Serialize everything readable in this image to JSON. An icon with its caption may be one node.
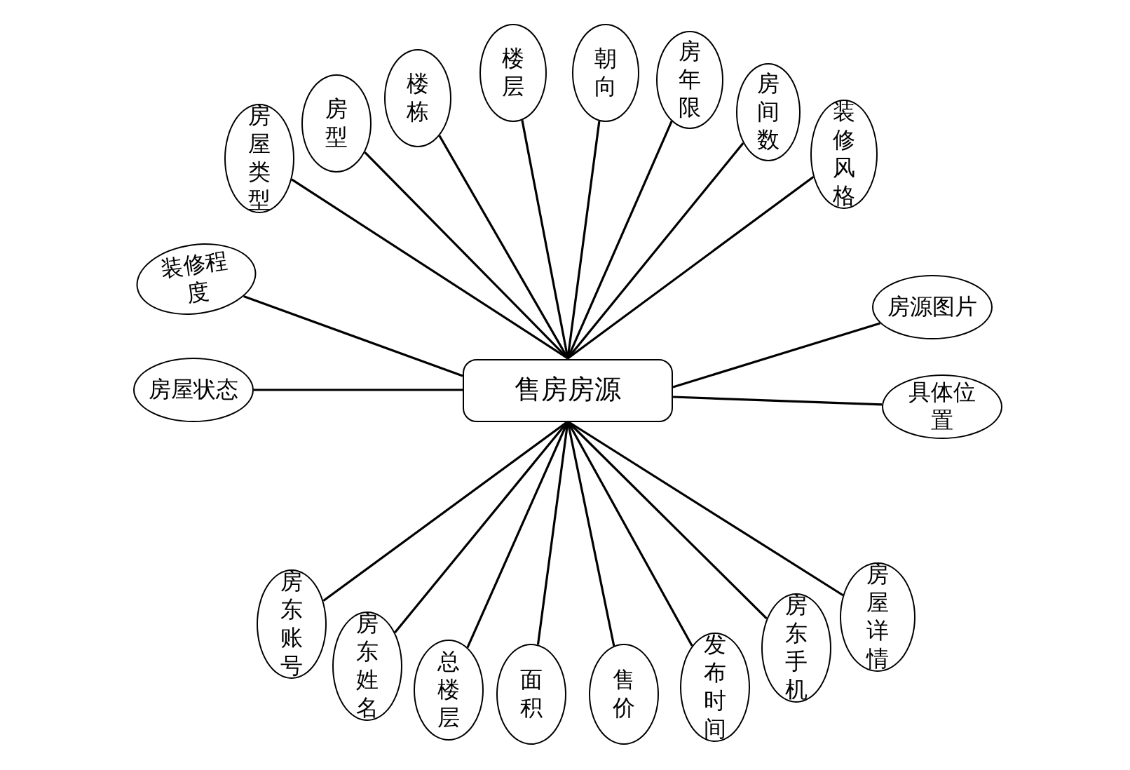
{
  "diagram": {
    "nodes": [
      {
        "text": [
          "售房房源"
        ]
      },
      {
        "text": [
          "房屋类型"
        ]
      },
      {
        "text": [
          "房型"
        ]
      },
      {
        "text": [
          "楼栋"
        ]
      },
      {
        "text": [
          "楼层"
        ]
      },
      {
        "text": [
          "朝向"
        ]
      },
      {
        "text": [
          "房年限"
        ]
      },
      {
        "text": [
          "房间数"
        ]
      },
      {
        "text": [
          "装修风格"
        ]
      },
      {
        "text": [
          "装修程度"
        ]
      },
      {
        "text": [
          "房屋状态"
        ]
      },
      {
        "text": [
          "房源图片"
        ]
      },
      {
        "text": [
          "具体位置"
        ]
      },
      {
        "text": [
          "房东账号"
        ]
      },
      {
        "text": [
          "房东姓名"
        ]
      },
      {
        "text": [
          "总楼层"
        ]
      },
      {
        "text": [
          "面积"
        ]
      },
      {
        "text": [
          "售价"
        ]
      },
      {
        "text": [
          "发布时间"
        ]
      },
      {
        "text": [
          "房东手机"
        ]
      },
      {
        "text": [
          "房屋详情"
        ]
      }
    ],
    "edges": [
      {
        "from": 0,
        "to": 1,
        "arrow": "none"
      },
      {
        "from": 0,
        "to": 2,
        "arrow": "none"
      },
      {
        "from": 0,
        "to": 3,
        "arrow": "none"
      },
      {
        "from": 0,
        "to": 4,
        "arrow": "none"
      },
      {
        "from": 0,
        "to": 5,
        "arrow": "none"
      },
      {
        "from": 0,
        "to": 6,
        "arrow": "none"
      },
      {
        "from": 0,
        "to": 7,
        "arrow": "none"
      },
      {
        "from": 0,
        "to": 8,
        "arrow": "none"
      },
      {
        "from": 0,
        "to": 9,
        "arrow": "none"
      },
      {
        "from": 0,
        "to": 10,
        "arrow": "none"
      },
      {
        "from": 0,
        "to": 11,
        "arrow": "none"
      },
      {
        "from": 0,
        "to": 12,
        "arrow": "none"
      },
      {
        "from": 0,
        "to": 13,
        "arrow": "none"
      },
      {
        "from": 0,
        "to": 14,
        "arrow": "none"
      },
      {
        "from": 0,
        "to": 15,
        "arrow": "none"
      },
      {
        "from": 0,
        "to": 16,
        "arrow": "none"
      },
      {
        "from": 0,
        "to": 17,
        "arrow": "none"
      },
      {
        "from": 0,
        "to": 18,
        "arrow": "none"
      },
      {
        "from": 0,
        "to": 19,
        "arrow": "none"
      },
      {
        "from": 0,
        "to": 20,
        "arrow": "none"
      }
    ]
  }
}
